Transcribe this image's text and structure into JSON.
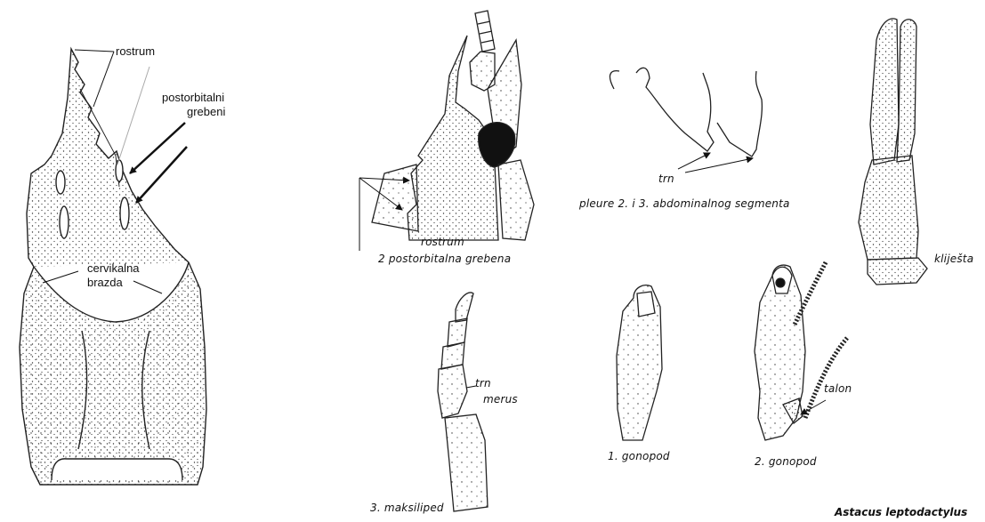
{
  "labels": {
    "carapace": {
      "rostrum": "rostrum",
      "postorbital_1": "postorbitalni",
      "postorbital_2": "grebeni",
      "cervical_1": "cervikalna",
      "cervical_2": "brazda"
    },
    "head": {
      "rostrum": "rostrum",
      "postorbital": "2 postorbitalna grebena"
    },
    "pleura": {
      "spine": "trn",
      "caption": "pleure 2. i 3. abdominalnog segmenta"
    },
    "claw": {
      "caption": "kliješta"
    },
    "maxilliped": {
      "spine": "trn",
      "merus": "merus",
      "caption": "3. maksiliped"
    },
    "gonopod1": {
      "caption": "1. gonopod"
    },
    "gonopod2": {
      "talon": "talon",
      "caption": "2. gonopod"
    },
    "species": "Astacus leptodactylus"
  }
}
